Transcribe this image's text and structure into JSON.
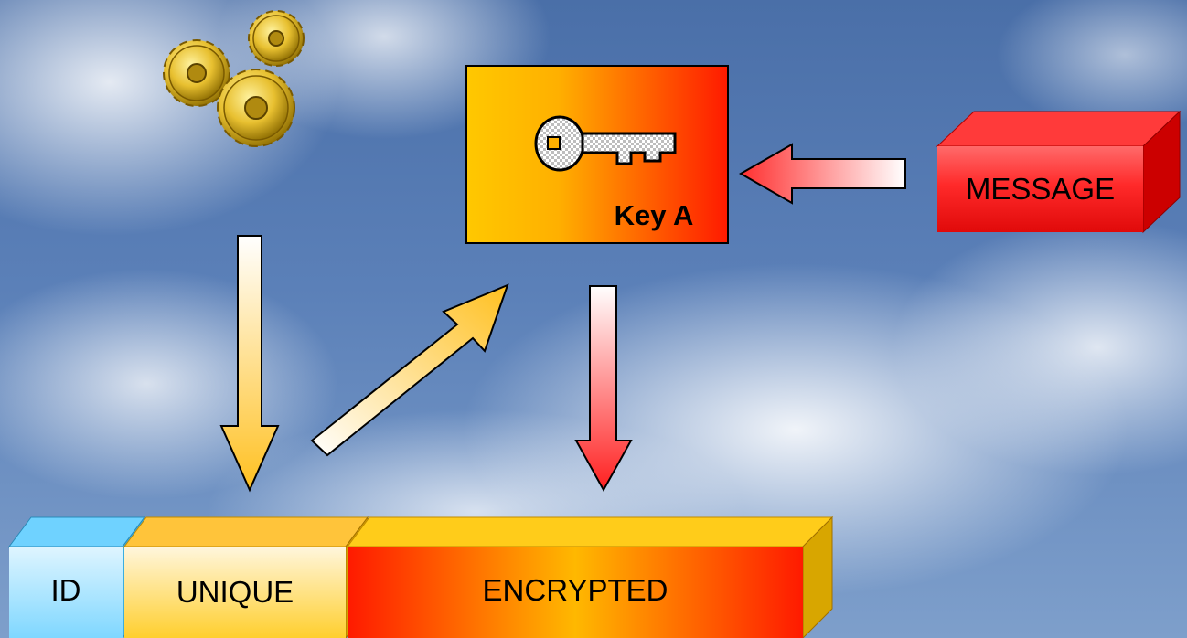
{
  "diagram": {
    "key_box": {
      "label": "Key A"
    },
    "message_block": {
      "label": "MESSAGE"
    },
    "packet": {
      "id_label": "ID",
      "unique_label": "UNIQUE",
      "encrypted_label": "ENCRYPTED"
    },
    "icons": {
      "gears": "gears-icon",
      "key": "key-icon"
    },
    "colors": {
      "key_gradient_start": "#ffc800",
      "key_gradient_end": "#ff1a00",
      "message_red": "#ff2a2a",
      "id_blue": "#7fd7ff",
      "unique_yellow": "#ffcf2e",
      "encrypted_red": "#ff1a00",
      "arrow_yellow": "#ffc83c",
      "arrow_red": "#ff2a2a"
    }
  }
}
